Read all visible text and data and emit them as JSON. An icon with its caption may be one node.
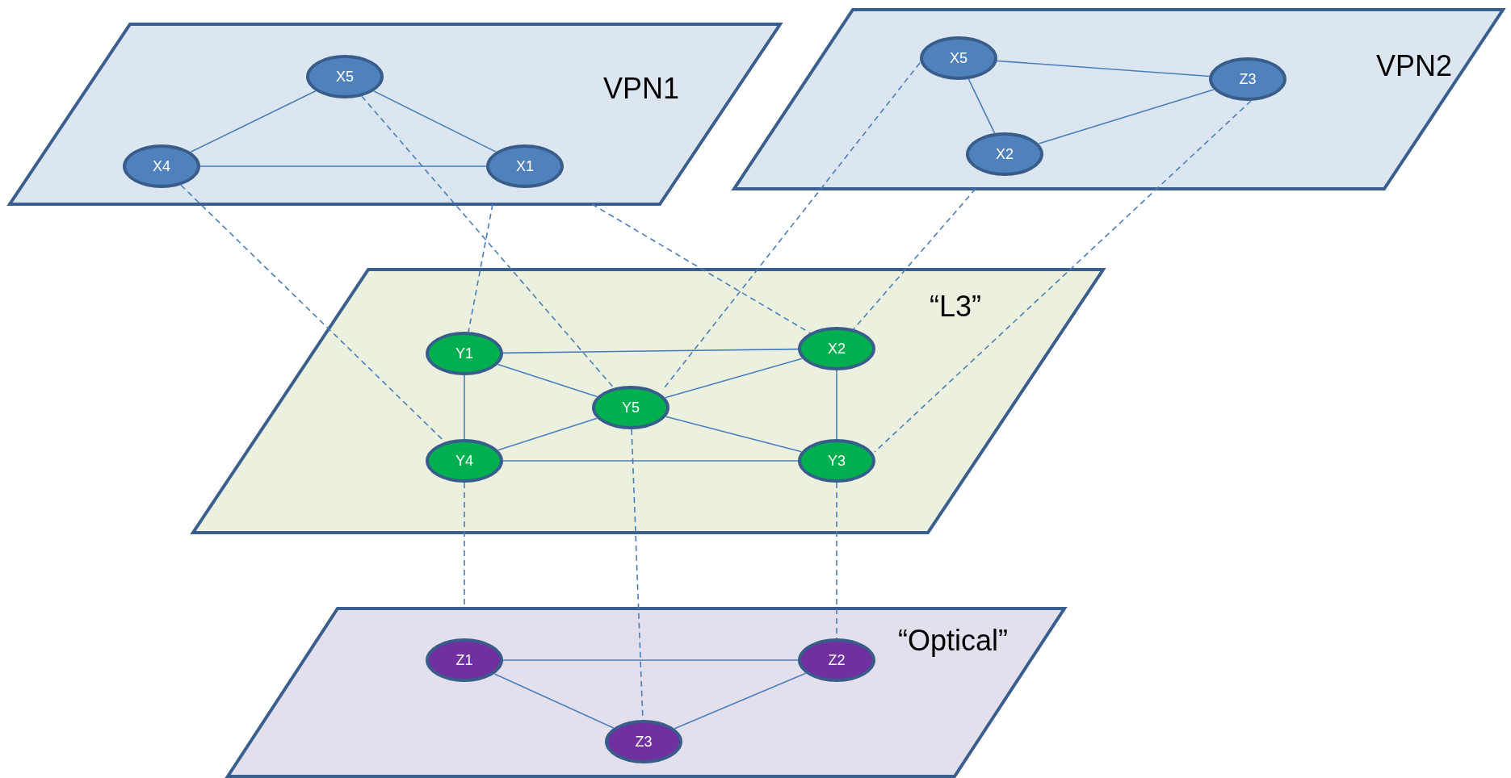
{
  "diagram": {
    "nodes": [
      {
        "text": [
          "VPN1"
        ]
      },
      {
        "text": [
          "X5"
        ],
        "in": 0
      },
      {
        "text": [
          "X4"
        ],
        "in": 0
      },
      {
        "text": [
          "X1"
        ],
        "in": 0
      },
      {
        "text": [
          "VPN2"
        ]
      },
      {
        "text": [
          "X5"
        ],
        "in": 4
      },
      {
        "text": [
          "Z3"
        ],
        "in": 4
      },
      {
        "text": [
          "X2"
        ],
        "in": 4
      },
      {
        "text": [
          "“L3”"
        ]
      },
      {
        "text": [
          "Y1"
        ],
        "in": 8
      },
      {
        "text": [
          "X2"
        ],
        "in": 8
      },
      {
        "text": [
          "Y5"
        ],
        "in": 8
      },
      {
        "text": [
          "Y4"
        ],
        "in": 8
      },
      {
        "text": [
          "Y3"
        ],
        "in": 8
      },
      {
        "text": [
          "“Optical”"
        ]
      },
      {
        "text": [
          "Z1"
        ],
        "in": 14
      },
      {
        "text": [
          "Z2"
        ],
        "in": 14
      },
      {
        "text": [
          "Z3"
        ],
        "in": 14
      }
    ],
    "edges": [
      {
        "from": 2,
        "to": 1,
        "arrow": "none"
      },
      {
        "from": 1,
        "to": 3,
        "arrow": "none"
      },
      {
        "from": 2,
        "to": 3,
        "arrow": "none"
      },
      {
        "from": 5,
        "to": 6,
        "arrow": "none"
      },
      {
        "from": 5,
        "to": 7,
        "arrow": "none"
      },
      {
        "from": 7,
        "to": 6,
        "arrow": "none"
      },
      {
        "from": 9,
        "to": 10,
        "arrow": "none"
      },
      {
        "from": 9,
        "to": 12,
        "arrow": "none"
      },
      {
        "from": 9,
        "to": 11,
        "arrow": "none"
      },
      {
        "from": 10,
        "to": 11,
        "arrow": "none"
      },
      {
        "from": 10,
        "to": 13,
        "arrow": "none"
      },
      {
        "from": 11,
        "to": 12,
        "arrow": "none"
      },
      {
        "from": 11,
        "to": 13,
        "arrow": "none"
      },
      {
        "from": 12,
        "to": 13,
        "arrow": "none"
      },
      {
        "from": 15,
        "to": 16,
        "arrow": "none"
      },
      {
        "from": 15,
        "to": 17,
        "arrow": "none"
      },
      {
        "from": 16,
        "to": 17,
        "arrow": "none"
      },
      {
        "from": 2,
        "to": 12,
        "arrow": "none",
        "style": "dashed"
      },
      {
        "from": 1,
        "to": 11,
        "arrow": "none",
        "style": "dashed"
      },
      {
        "from": 0,
        "to": 9,
        "arrow": "none",
        "style": "dashed"
      },
      {
        "from": 0,
        "to": 10,
        "arrow": "none",
        "style": "dashed"
      },
      {
        "from": 5,
        "to": 11,
        "arrow": "none",
        "style": "dashed"
      },
      {
        "from": 4,
        "to": 10,
        "arrow": "none",
        "style": "dashed"
      },
      {
        "from": 6,
        "to": 13,
        "arrow": "none",
        "style": "dashed"
      },
      {
        "from": 12,
        "to": 14,
        "arrow": "none",
        "style": "dashed"
      },
      {
        "from": 11,
        "to": 17,
        "arrow": "none",
        "style": "dashed"
      },
      {
        "from": 13,
        "to": 16,
        "arrow": "none",
        "style": "dashed"
      }
    ]
  }
}
